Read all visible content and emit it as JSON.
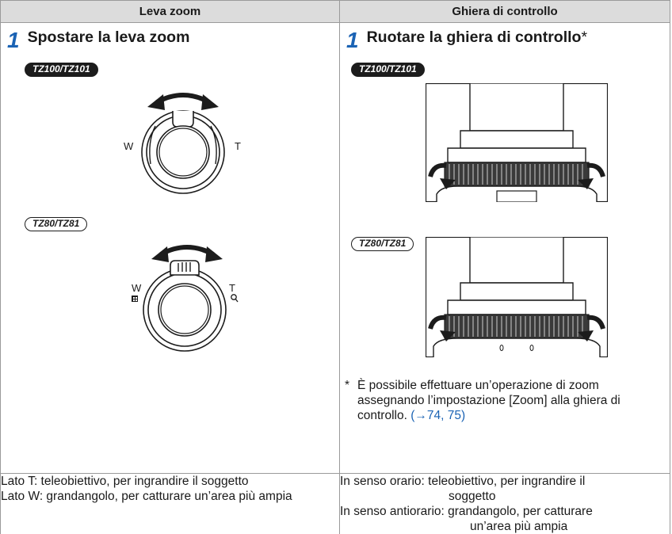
{
  "header": {
    "left_title": "Leva zoom",
    "right_title": "Ghiera di controllo"
  },
  "left": {
    "step_number": "1",
    "step_title": "Spostare la leva zoom",
    "badge_top": "TZ100/TZ101",
    "badge_bottom": "TZ80/TZ81",
    "label_w": "W",
    "label_t": "T"
  },
  "right": {
    "step_number": "1",
    "step_title": "Ruotare la ghiera di controllo",
    "asterisk": "*",
    "badge_top": "TZ100/TZ101",
    "badge_bottom": "TZ80/TZ81",
    "note_star": "*",
    "note_text": "È possibile effettuare un’operazione di zoom assegnando l’impostazione [Zoom] alla ghiera di controllo.",
    "note_link": "(→74, 75)"
  },
  "footer": {
    "left_line1": "Lato T: teleobiettivo, per ingrandire il soggetto",
    "left_line2": "Lato W: grandangolo, per catturare un’area più ampia",
    "right_line1": "In senso orario: teleobiettivo, per ingrandire il",
    "right_line1b": "soggetto",
    "right_line2": "In senso antiorario: grandangolo, per catturare",
    "right_line2b": "un’area più ampia"
  },
  "colors": {
    "accent": "#1b63b4",
    "header_bg": "#dcdcdc",
    "border": "#9a9a9a"
  }
}
